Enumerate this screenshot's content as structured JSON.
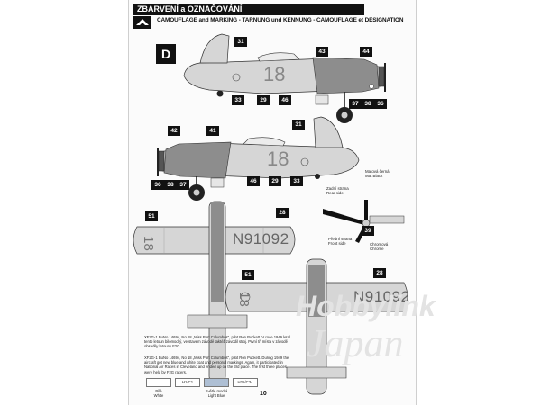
{
  "header": {
    "title": "ZBARVENÍ a OZNAČOVÁNÍ",
    "subtitle": "CAMOUFLAGE and MARKING - TARNUNG und KENNUNG - CAMOUFLAGE et DESIGNATION"
  },
  "scheme_letter": "D",
  "fuselage_number": "18",
  "registration": "N91092",
  "wing_number": "18",
  "callouts_top": [
    "31",
    "43",
    "44",
    "33",
    "29",
    "46",
    "37",
    "38",
    "36"
  ],
  "callouts_mid": [
    "42",
    "41",
    "31",
    "36",
    "38",
    "37",
    "46",
    "29",
    "33"
  ],
  "callouts_plan": [
    "51",
    "28",
    "39",
    "51",
    "28"
  ],
  "prop_labels": {
    "rear": "Zadní strana\nRear side",
    "front": "Přední strana\nFront side",
    "tip": "Matová černá\nMat Black",
    "hub": "Chromová\nChrome"
  },
  "notes": [
    "XF2G-1 BuNo 14694, No 18 „Miss Port Columbus\", pilot Ron Puckett. V roce 1949 letal tento letoun bilomodrý, ve stavem závodě taktéž závodil stroj. První tři místa v závodě obsadily letouny F2G.",
    "XF2G-1 BuNo 14694, No 18 „Miss Port Columbus\", pilot Ron Puckett. During 1949 the aircraft got new blue and white coat and personal markings. Again, it participated in National Air Races in Cleveland and ended up on the 3rd place. The first three places were held by F2G racers."
  ],
  "swatches": [
    {
      "code": "",
      "label": "Bílá\nWhite"
    },
    {
      "code": "H1/C1",
      "label": ""
    },
    {
      "code": "",
      "label": "Světle modrá\nLight Blue"
    },
    {
      "code": "H25/C34",
      "label": ""
    }
  ],
  "page_number": "10",
  "watermark": {
    "line1": "Hobbylink",
    "line2": "Japan"
  },
  "colors": {
    "light_gray": "#d4d4d4",
    "dark_gray": "#8a8a8a",
    "black": "#111111"
  }
}
